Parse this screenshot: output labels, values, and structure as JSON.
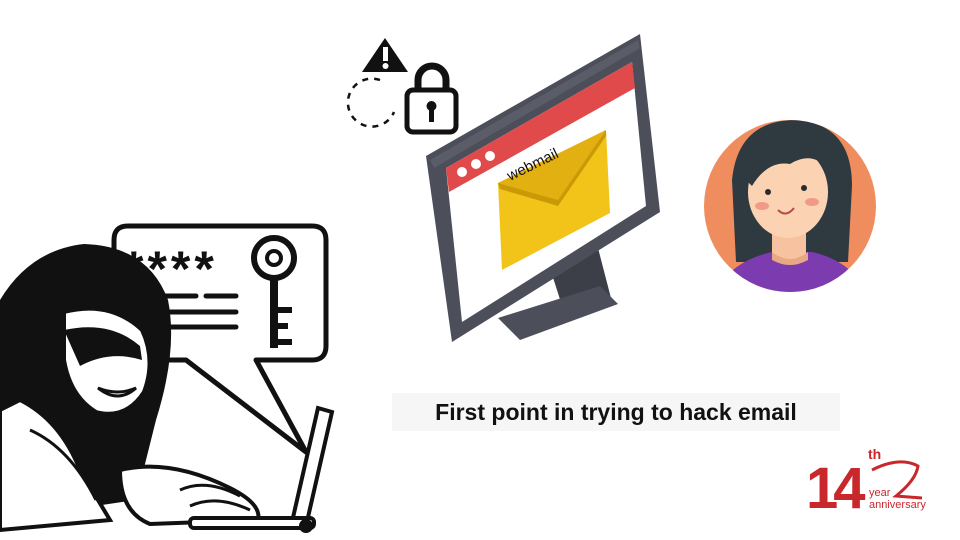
{
  "caption": "First point in trying to hack email",
  "monitor": {
    "screen_label": "webmail",
    "frame_color": "#4c4e5a",
    "header_color": "#e04a4a",
    "envelope_color": "#f2c318"
  },
  "speech_bubble": {
    "password_mask": "****"
  },
  "logo": {
    "number": "14",
    "superscript": "th",
    "word1": "year",
    "word2": "anniversary",
    "color": "#c8282b"
  },
  "icons": {
    "warning": "warning-icon",
    "lock": "padlock-icon",
    "key": "key-icon",
    "envelope": "envelope-icon"
  },
  "avatar": {
    "background": "#f08d5e",
    "hair": "#2f3a40",
    "shirt": "#7d3bb0"
  }
}
